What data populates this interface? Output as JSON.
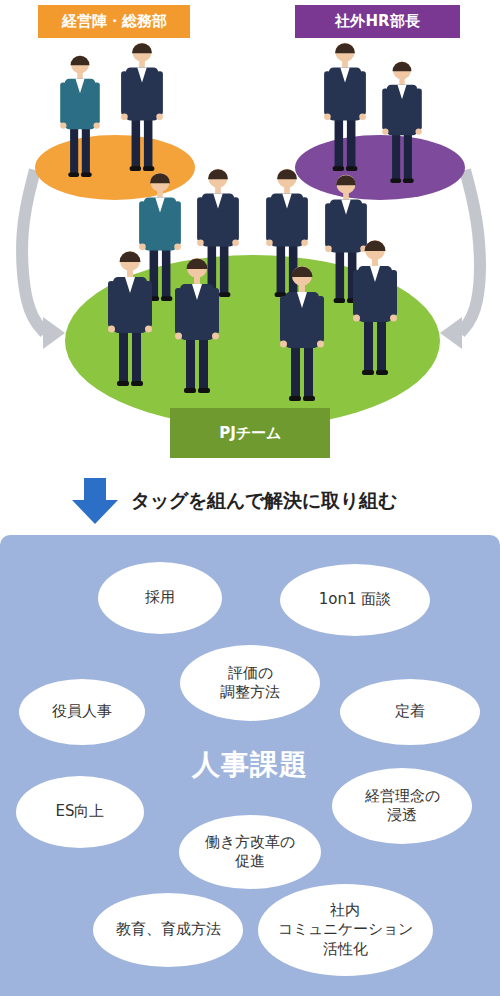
{
  "diagram": {
    "nodes": [
      {
        "text": [
          "経営陣・総務部"
        ]
      },
      {
        "text": [
          "社外HR部長"
        ]
      },
      {
        "text": [
          "PJチーム"
        ]
      },
      {
        "text": [
          "人事課題"
        ]
      },
      {
        "text": [
          "採用"
        ],
        "in": 3
      },
      {
        "text": [
          "1on1 面談"
        ],
        "in": 3
      },
      {
        "text": [
          "評価の 調整方法"
        ],
        "in": 3
      },
      {
        "text": [
          "役員人事"
        ],
        "in": 3
      },
      {
        "text": [
          "定着"
        ],
        "in": 3
      },
      {
        "text": [
          "ES向上"
        ],
        "in": 3
      },
      {
        "text": [
          "経営理念の 浸透"
        ],
        "in": 3
      },
      {
        "text": [
          "働き方改革の 促進"
        ],
        "in": 3
      },
      {
        "text": [
          "教育、育成方法"
        ],
        "in": 3
      },
      {
        "text": [
          "社内 コミュニケーション 活性化"
        ],
        "in": 3
      }
    ],
    "edges": [
      {
        "from": 0,
        "to": 2,
        "arrow": "to"
      },
      {
        "from": 1,
        "to": 2,
        "arrow": "to"
      }
    ],
    "labels": [
      "タッグを組んで解決に取り組む"
    ]
  }
}
